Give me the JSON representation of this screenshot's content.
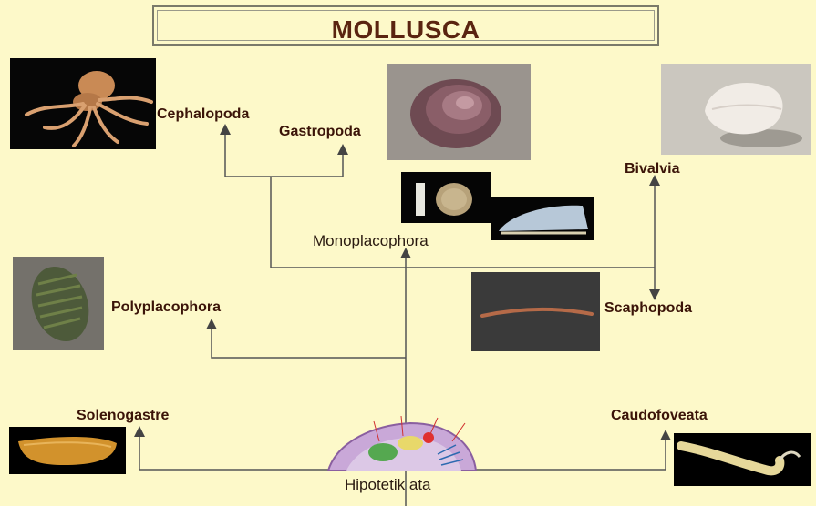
{
  "title": "MOLLUSCA",
  "taxa": {
    "cephalopoda": "Cephalopoda",
    "gastropoda": "Gastropoda",
    "bivalvia": "Bivalvia",
    "monoplacophora": "Monoplacophora",
    "polyplacophora": "Polyplacophora",
    "scaphopoda": "Scaphopoda",
    "solenogastre": "Solenogastre",
    "caudofoveata": "Caudofoveata"
  },
  "ancestor": "Hipotetik ata",
  "colors": {
    "background": "#fdf9c9",
    "title_text": "#5a2410",
    "label_text": "#3b1408",
    "lines": "#555555"
  }
}
